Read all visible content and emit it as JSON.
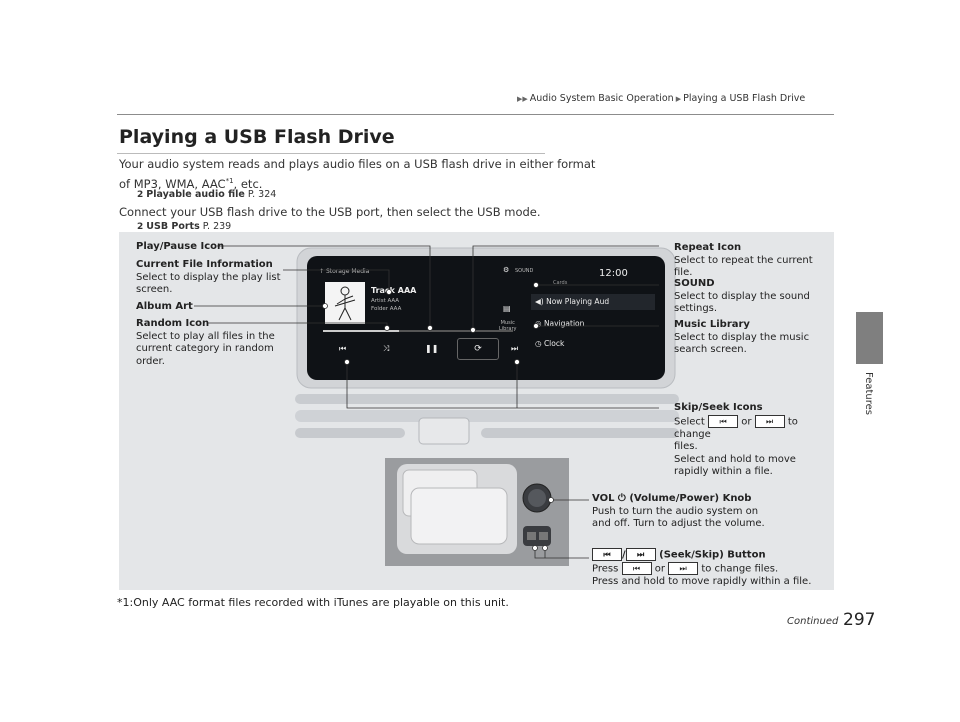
{
  "breadcrumb": {
    "part1": "Audio System Basic Operation",
    "part2": "Playing a USB Flash Drive",
    "arrow_icon": "double-triangle-icon"
  },
  "title": "Playing a USB Flash Drive",
  "intro": {
    "line1": "Your audio system reads and plays audio files on a USB flash drive in either format",
    "line2_pre": "of MP3, WMA, AAC",
    "line2_sup": "*1",
    "line2_post": ", etc."
  },
  "xref1": {
    "label": "Playable audio file",
    "page": "P. 324"
  },
  "connect_text": "Connect your USB flash drive to the USB port, then select the USB mode.",
  "xref2": {
    "label": "USB Ports",
    "page": "P. 239"
  },
  "screen": {
    "storage_media": "Storage Media",
    "track": "Track AAA",
    "artist": "Artist AAA",
    "folder": "Folder AAA",
    "sound": "SOUND",
    "cards": "Cards",
    "time": "12:00",
    "music_library_l1": "Music",
    "music_library_l2": "Library",
    "now_playing": "Now Playing Aud",
    "navigation": "Navigation",
    "clock": "Clock"
  },
  "callouts": {
    "play_pause": "Play/Pause Icon",
    "current_file_title": "Current File Information",
    "current_file_desc1": "Select to display the play list",
    "current_file_desc2": "screen.",
    "album_art": "Album Art",
    "random_title": "Random Icon",
    "random_desc1": "Select to play all files in the",
    "random_desc2": "current category in random",
    "random_desc3": "order.",
    "repeat_title": "Repeat Icon",
    "repeat_desc": "Select to repeat the current file.",
    "sound_title": "SOUND",
    "sound_desc1": "Select to display the sound",
    "sound_desc2": "settings.",
    "music_title": "Music Library",
    "music_desc1": "Select to display the music",
    "music_desc2": "search screen.",
    "skip_title": "Skip/Seek Icons",
    "skip_select": "Select",
    "skip_or": "or",
    "skip_to_change": "to change",
    "skip_files": "files.",
    "skip_hold1": "Select and hold to move",
    "skip_hold2": "rapidly within a file.",
    "vol_title_pre": "VOL",
    "vol_title_post": "(Volume/Power) Knob",
    "vol_desc1": "Push to turn the audio system on",
    "vol_desc2": "and off. Turn to adjust the volume.",
    "seek_title": "(Seek/Skip) Button",
    "seek_press": "Press",
    "seek_or": "or",
    "seek_to_change": "to change files.",
    "seek_hold": "Press and hold to move rapidly within a file."
  },
  "footnote": "*1:Only AAC format files recorded with iTunes are playable on this unit.",
  "side_label": "Features",
  "continued": "Continued",
  "page_number": "297",
  "colors": {
    "side_tab": "#7f7f7f",
    "figure_bg": "#e4e6e8",
    "screen_bg": "#0f1216"
  }
}
